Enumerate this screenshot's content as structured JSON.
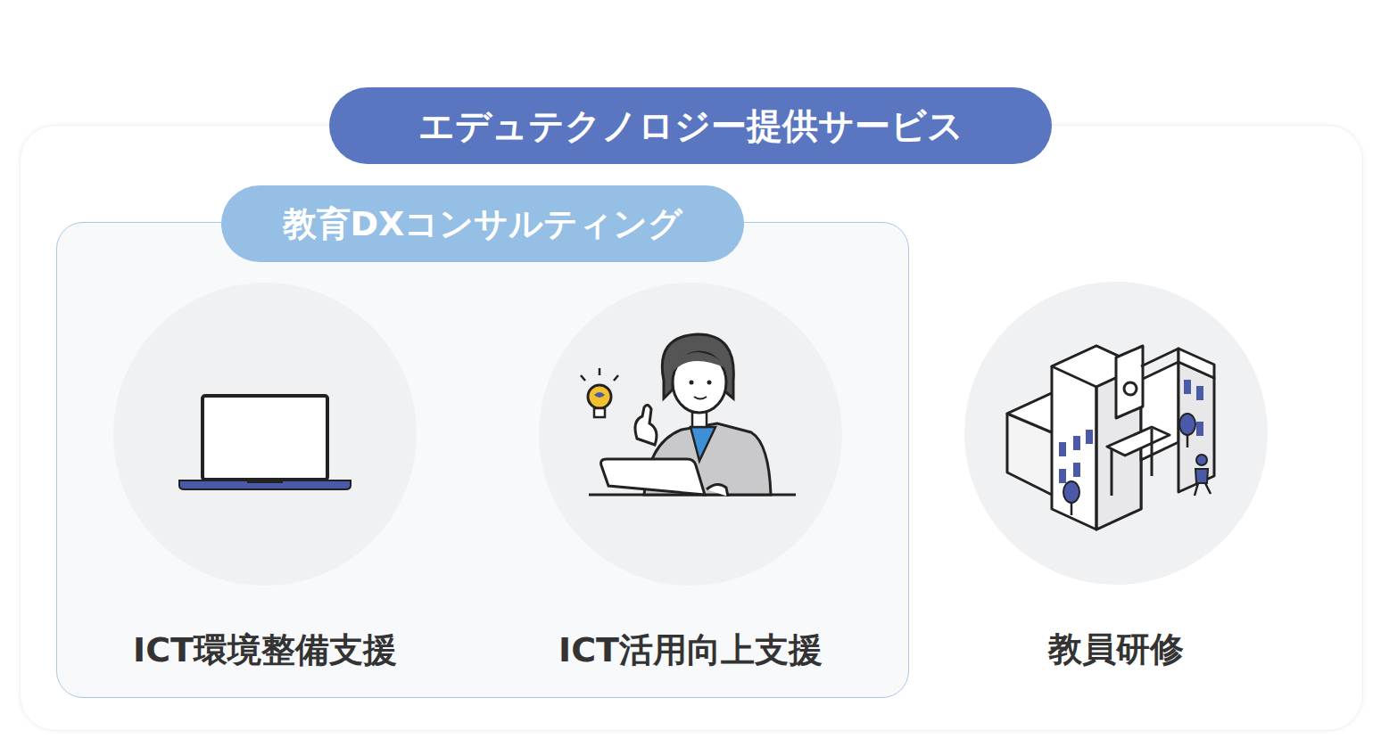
{
  "diagram": {
    "nodes": [
      {
        "text": [
          "エデュテクノロジー提供サービス"
        ]
      },
      {
        "text": [
          "教育DXコンサルティング"
        ],
        "in": 0
      },
      {
        "text": [
          "ICT環境整備支援"
        ],
        "in": 1
      },
      {
        "text": [
          "ICT活用向上支援"
        ],
        "in": 1
      },
      {
        "text": [
          "教員研修"
        ],
        "in": 0
      }
    ]
  }
}
